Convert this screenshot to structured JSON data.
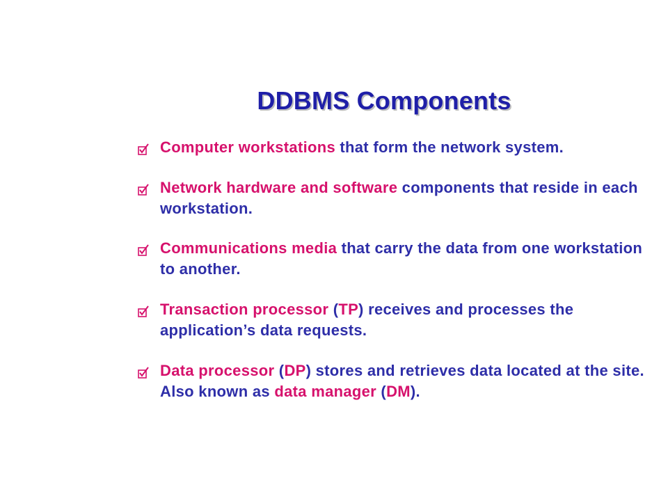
{
  "slide": {
    "title": "DDBMS Components",
    "colors": {
      "title": "#1F1FA8",
      "text": "#2E2EA8",
      "highlight": "#D6116C",
      "bullet_icon": "#D6116C"
    },
    "bullet_icon": "checkbox-tick-icon",
    "bullets": [
      {
        "segments": [
          {
            "text": "Computer workstations",
            "hl": true
          },
          {
            "text": " that form the network system.",
            "hl": false
          }
        ]
      },
      {
        "segments": [
          {
            "text": "Network hardware and software",
            "hl": true
          },
          {
            "text": " components that reside in each workstation.",
            "hl": false
          }
        ]
      },
      {
        "segments": [
          {
            "text": "Communications media",
            "hl": true
          },
          {
            "text": " that carry the data from one workstation to another.",
            "hl": false
          }
        ]
      },
      {
        "segments": [
          {
            "text": "Transaction processor",
            "hl": true
          },
          {
            "text": " (",
            "hl": false
          },
          {
            "text": "TP",
            "hl": true
          },
          {
            "text": ") receives and processes the application’s data requests.",
            "hl": false
          }
        ]
      },
      {
        "segments": [
          {
            "text": "Data processor",
            "hl": true
          },
          {
            "text": " (",
            "hl": false
          },
          {
            "text": "DP",
            "hl": true
          },
          {
            "text": ") stores and retrieves data located at the site. Also known as ",
            "hl": false
          },
          {
            "text": "data manager",
            "hl": true
          },
          {
            "text": " (",
            "hl": false
          },
          {
            "text": "DM",
            "hl": true
          },
          {
            "text": ").",
            "hl": false
          }
        ]
      }
    ]
  }
}
